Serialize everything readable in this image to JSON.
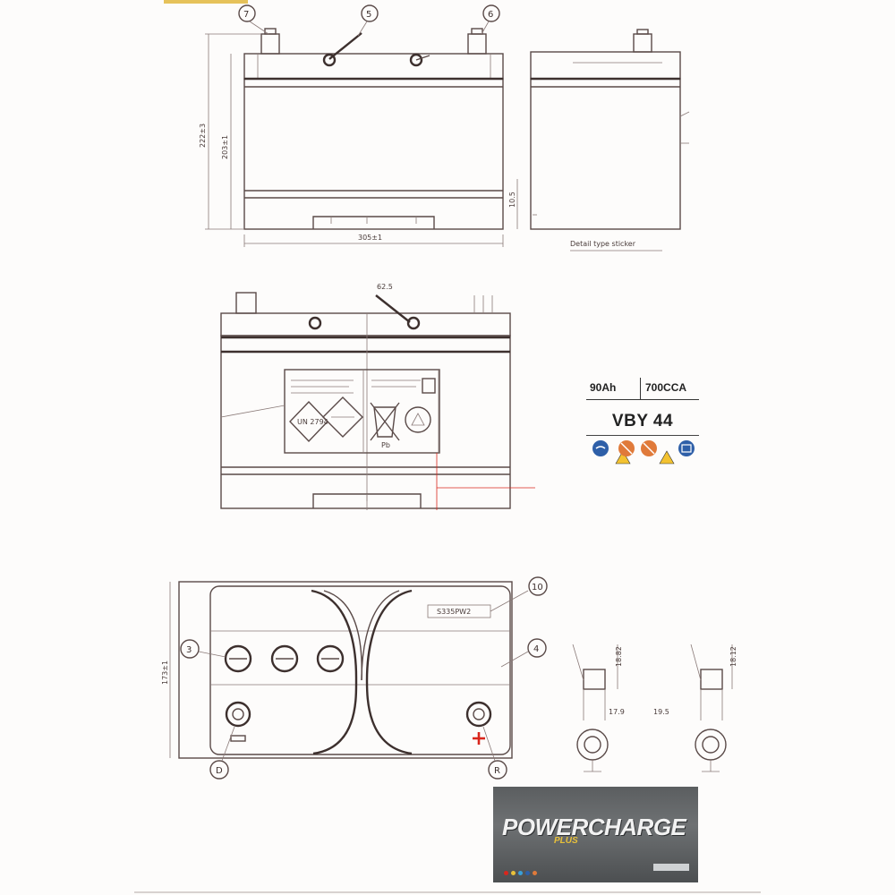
{
  "callouts": {
    "c7": "7",
    "c5": "5",
    "c6": "6",
    "c10": "10",
    "c3": "3",
    "c4": "4",
    "c_d": "D",
    "c_r": "R"
  },
  "dimensions": {
    "total_height": "222±3",
    "box_height": "203±1",
    "length": "305±1",
    "side_offset": "10.5",
    "width": "173±1",
    "handle_angle": "62.5",
    "term_neg_depth": "18.82",
    "term_pos_depth": "18.12",
    "term_neg_dia": "17.9",
    "term_pos_dia": "19.5"
  },
  "labels": {
    "detail_sticker": "Detail type sticker",
    "un_code": "UN 2794",
    "pb": "Pb",
    "part_code": "S335PW2"
  },
  "spec": {
    "capacity": "90Ah",
    "cca": "700CCA",
    "model": "VBY 44"
  },
  "logo": {
    "brand": "POWERCHARGE",
    "sub": "PLUS"
  },
  "colors": {
    "line": "#5a4a48",
    "accent_red": "#d9261c",
    "logo_bg": "#5b5e60",
    "logo_gold": "#e8c13a",
    "icon_blue": "#2e5fa8",
    "icon_orange": "#e07a3a",
    "icon_yellow": "#f3c230"
  },
  "icons": [
    "eye-protection-icon",
    "no-children-icon",
    "corrosive-warning-icon",
    "no-fire-icon",
    "explosive-warning-icon",
    "read-manual-icon"
  ]
}
